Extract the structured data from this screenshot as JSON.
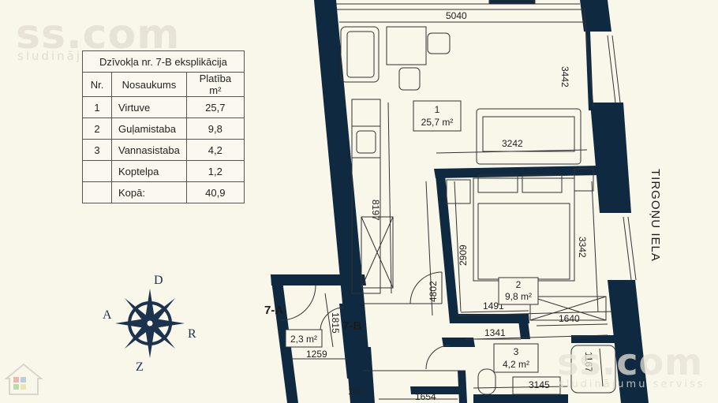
{
  "watermark": {
    "brand": "ss.com",
    "sub": "sludinājumu serviss",
    "brand2": "ss.com",
    "sub2": "sludinājumu serviss",
    "logo": "house-logo"
  },
  "explication": {
    "title": "Dzīvokļa nr. 7-B eksplikācija",
    "headers": [
      "Nr.",
      "Nosaukums",
      "Platība m²"
    ],
    "rows": [
      {
        "nr": "1",
        "name": "Virtuve",
        "area": "25,7"
      },
      {
        "nr": "2",
        "name": "Guļamistaba",
        "area": "9,8"
      },
      {
        "nr": "3",
        "name": "Vannasistaba",
        "area": "4,2"
      },
      {
        "nr": "",
        "name": "Koptelpa",
        "area": "1,2"
      },
      {
        "nr": "",
        "name": "Kopā:",
        "area": "40,9"
      }
    ]
  },
  "plan": {
    "dimensions": {
      "d5040": "5040",
      "d3442a": "3442",
      "d3242": "3242",
      "d8197": "8197",
      "d2909": "2909",
      "d3342": "3342",
      "d4802": "4802",
      "d1491": "1491",
      "d1640": "1640",
      "d1341": "1341",
      "d1815": "1815",
      "d1259": "1259",
      "d1654": "1654",
      "d132": "132",
      "d3145": "3145",
      "d1167": "1167"
    },
    "rooms": {
      "r1_nr": "1",
      "r1_area": "25,7 m²",
      "r2_nr": "2",
      "r2_area": "9,8 m²",
      "r3_nr": "3",
      "r3_area": "4,2 m²",
      "r7a_area": "2,3 m²"
    },
    "labels": {
      "apt_a": "7-A",
      "apt_b": "7-B"
    },
    "street": "TIRGOŅU IELA",
    "compass": {
      "north": "D",
      "west": "A",
      "east": "R",
      "south": "Z"
    }
  },
  "colors": {
    "wall": "#0f2a40",
    "background": "#f9f6ea",
    "line": "#222222"
  }
}
